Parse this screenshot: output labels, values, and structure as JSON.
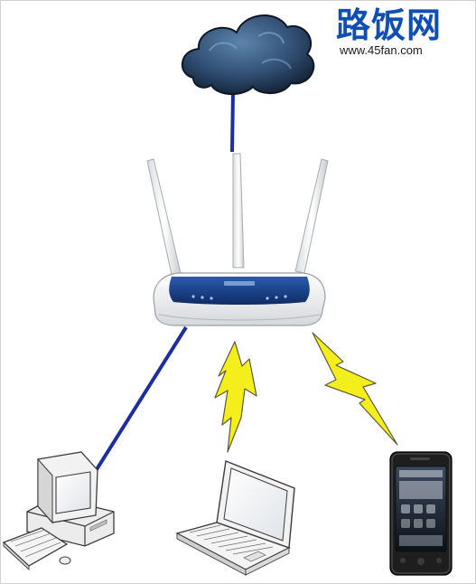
{
  "watermark": {
    "title": "路饭网",
    "url": "www.45fan.com"
  },
  "colors": {
    "logo_title": "#0f4fb4",
    "logo_url": "#1a1a1a",
    "wired_link": "#1d2fa0",
    "wireless_bolt": "#f4ee1c",
    "bolt_stroke": "#5a5a3a",
    "router_body": "#f2f3f5",
    "router_panel": "#1a3f86",
    "cloud": "#27405e",
    "device_body": "#f0f0f0",
    "phone_body": "#1e1e1e"
  },
  "diagram": {
    "nodes": [
      {
        "id": "internet",
        "icon": "cloud-icon"
      },
      {
        "id": "router",
        "icon": "wireless-router-icon"
      },
      {
        "id": "desktop",
        "icon": "desktop-computer-icon"
      },
      {
        "id": "laptop",
        "icon": "laptop-icon"
      },
      {
        "id": "phone",
        "icon": "smartphone-icon"
      }
    ],
    "edges": [
      {
        "from": "internet",
        "to": "router",
        "type": "wired"
      },
      {
        "from": "router",
        "to": "desktop",
        "type": "wired"
      },
      {
        "from": "router",
        "to": "laptop",
        "type": "wireless"
      },
      {
        "from": "router",
        "to": "phone",
        "type": "wireless"
      }
    ]
  }
}
